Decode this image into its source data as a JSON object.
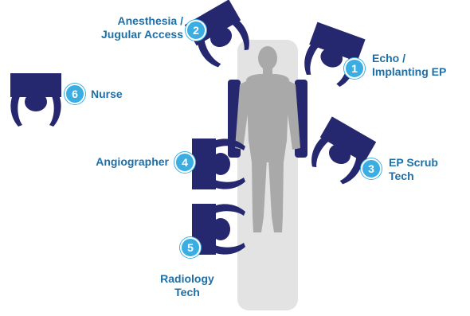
{
  "colors": {
    "staff": "#25286e",
    "badge": "#3aaee3",
    "label": "#1e6fa8",
    "patient": "#a9a9a9",
    "table": "#e3e3e3"
  },
  "roles": [
    {
      "num": "1",
      "line1": "Echo /",
      "line2": "Implanting EP",
      "icon": "person-topdown-icon"
    },
    {
      "num": "2",
      "line1": "Anesthesia /",
      "line2": "Jugular Access",
      "icon": "person-topdown-icon"
    },
    {
      "num": "3",
      "line1": "EP Scrub",
      "line2": "Tech",
      "icon": "person-topdown-icon"
    },
    {
      "num": "4",
      "line1": "Angiographer",
      "line2": "",
      "icon": "person-topdown-icon"
    },
    {
      "num": "5",
      "line1": "Radiology",
      "line2": "Tech",
      "icon": "person-topdown-icon"
    },
    {
      "num": "6",
      "line1": "Nurse",
      "line2": "",
      "icon": "person-topdown-icon"
    }
  ]
}
